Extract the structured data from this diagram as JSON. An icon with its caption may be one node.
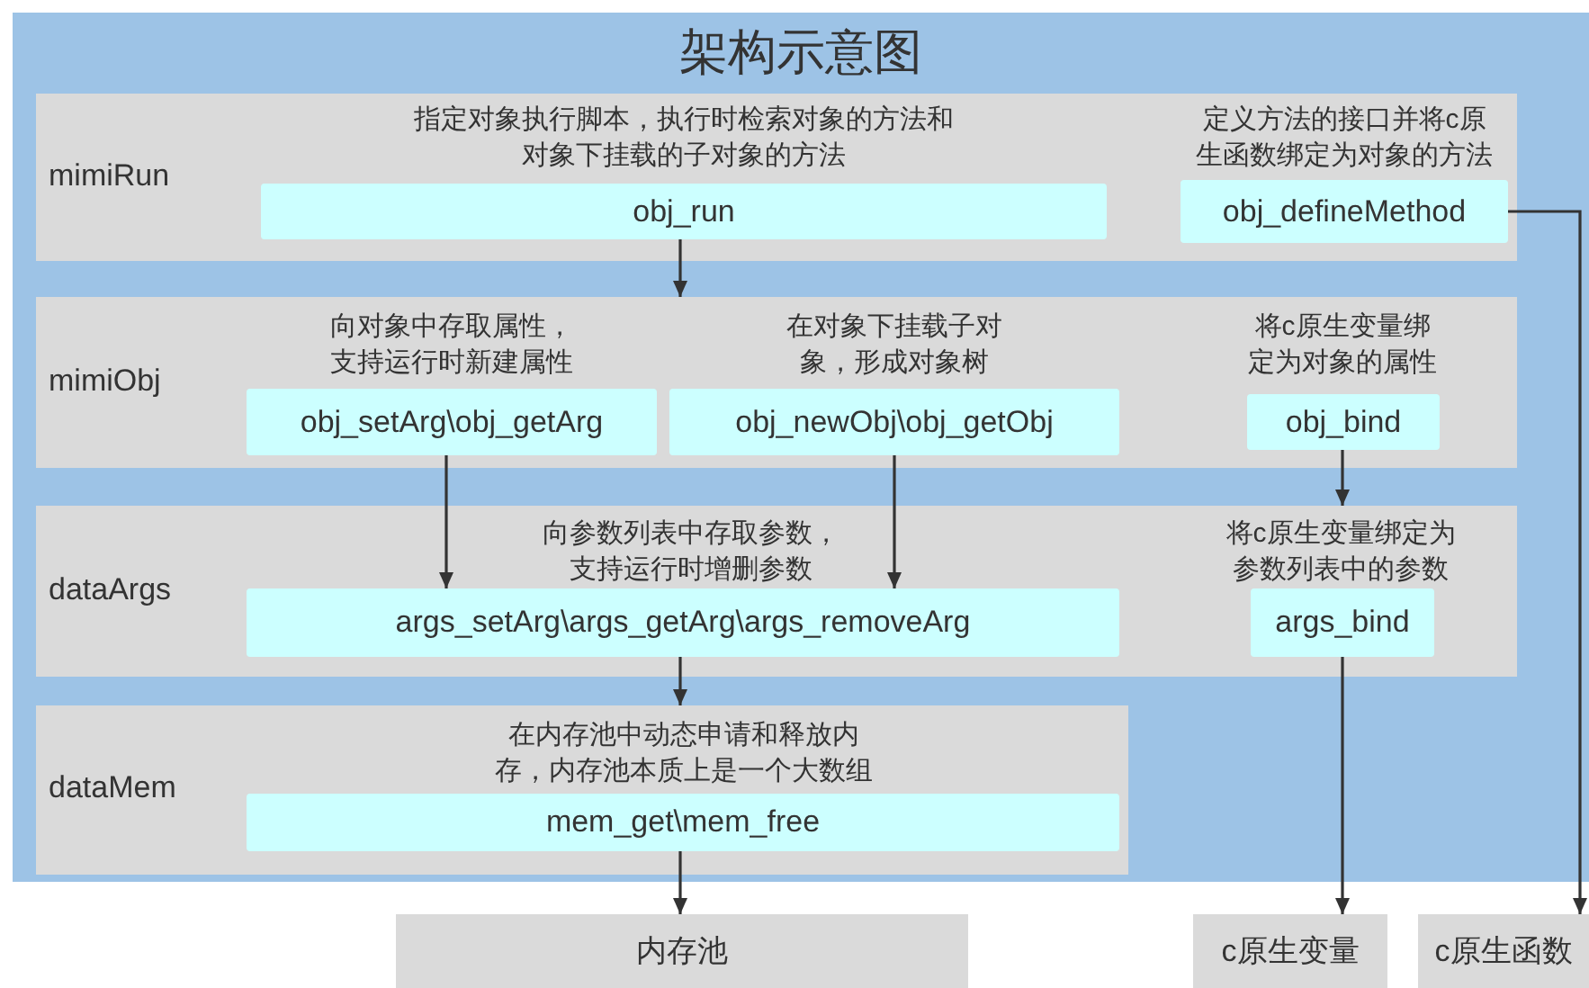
{
  "diagram": {
    "nodes": [
      {
        "text": [
          "架构示意图"
        ]
      },
      {
        "text": [
          "mimiRun"
        ],
        "in": 0
      },
      {
        "text": [
          "obj_run"
        ],
        "in": 1,
        "beside": [
          "指定对象执行脚本，执行时检索对象的方法和对象下挂载的子对象的方法"
        ]
      },
      {
        "text": [
          "obj_defineMethod"
        ],
        "in": 1,
        "beside": [
          "定义方法的接口并将c原生函数绑定为对象的方法"
        ]
      },
      {
        "text": [
          "mimiObj"
        ],
        "in": 0
      },
      {
        "text": [
          "obj_setArg\\obj_getArg"
        ],
        "in": 4,
        "beside": [
          "向对象中存取属性，支持运行时新建属性"
        ]
      },
      {
        "text": [
          "obj_newObj\\obj_getObj"
        ],
        "in": 4,
        "beside": [
          "在对象下挂载子对象，形成对象树"
        ]
      },
      {
        "text": [
          "obj_bind"
        ],
        "in": 4,
        "beside": [
          "将c原生变量绑定为对象的属性"
        ]
      },
      {
        "text": [
          "dataArgs"
        ],
        "in": 0
      },
      {
        "text": [
          "args_setArg\\args_getArg\\args_removeArg"
        ],
        "in": 8,
        "beside": [
          "向参数列表中存取参数，支持运行时增删参数"
        ]
      },
      {
        "text": [
          "args_bind"
        ],
        "in": 8,
        "beside": [
          "将c原生变量绑定为参数列表中的参数"
        ]
      },
      {
        "text": [
          "dataMem"
        ],
        "in": 0
      },
      {
        "text": [
          "mem_get\\mem_free"
        ],
        "in": 11,
        "beside": [
          "在内存池中动态申请和释放内存，内存池本质上是一个大数组"
        ]
      },
      {
        "text": [
          "内存池"
        ]
      },
      {
        "text": [
          "c原生变量"
        ]
      },
      {
        "text": [
          "c原生函数"
        ]
      }
    ],
    "edges": [
      {
        "from": 2,
        "to": 4,
        "arrow": "to"
      },
      {
        "from": 3,
        "to": 15,
        "arrow": "to"
      },
      {
        "from": 5,
        "to": 9,
        "arrow": "to"
      },
      {
        "from": 6,
        "to": 9,
        "arrow": "to"
      },
      {
        "from": 7,
        "to": 8,
        "arrow": "to"
      },
      {
        "from": 9,
        "to": 11,
        "arrow": "to"
      },
      {
        "from": 10,
        "to": 14,
        "arrow": "to"
      },
      {
        "from": 12,
        "to": 13,
        "arrow": "to"
      }
    ]
  }
}
